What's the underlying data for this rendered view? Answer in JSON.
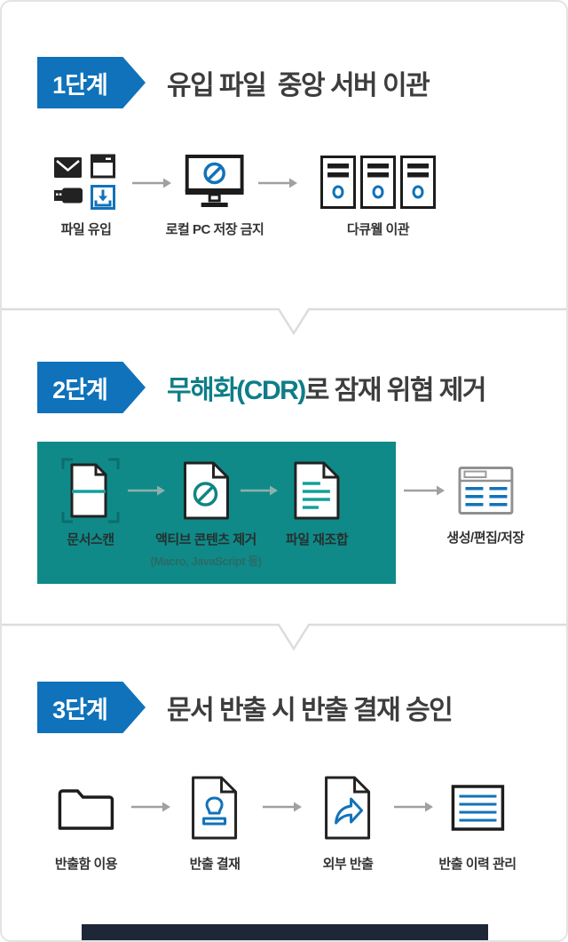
{
  "colors": {
    "badge_blue": "#0f72ba",
    "accent_teal_text": "#0e7d87",
    "sanitize_box_teal": "#0f8a88",
    "icon_blue": "#1272b9",
    "icon_teal": "#12a09c",
    "title_gray": "#3d3d3d",
    "arrow_gray": "#a0a0a0",
    "divider_gray": "#dcdcdc",
    "footer_navy": "#1d2737"
  },
  "steps": [
    {
      "badge": "1단계",
      "title": "유입 파일  중앙 서버 이관",
      "items": [
        {
          "label": "파일 유입",
          "icon": "file-sources"
        },
        {
          "label": "로컬 PC 저장 금지",
          "icon": "monitor-block"
        },
        {
          "label": "다큐웰 이관",
          "icon": "server-rack"
        }
      ]
    },
    {
      "badge": "2단계",
      "title_accent": "무해화(CDR)",
      "title_rest": "로 잠재 위협 제거",
      "box_items": [
        {
          "label": "문서스캔",
          "icon": "document-scan"
        },
        {
          "label": "액티브 콘텐츠 제거",
          "sublabel": "(Macro, JavaScript 등)",
          "icon": "active-content-removal"
        },
        {
          "label": "파일 재조합",
          "icon": "file-reassembly"
        }
      ],
      "outside_item": {
        "label": "생성/편집/저장",
        "icon": "editor-window"
      }
    },
    {
      "badge": "3단계",
      "title": "문서 반출 시 반출 결재 승인",
      "items": [
        {
          "label": "반출함 이용",
          "icon": "export-folder"
        },
        {
          "label": "반출 결재",
          "icon": "approval-stamp-document"
        },
        {
          "label": "외부 반출",
          "icon": "external-export-document"
        },
        {
          "label": "반출 이력 관리",
          "icon": "export-history-list"
        }
      ]
    }
  ]
}
